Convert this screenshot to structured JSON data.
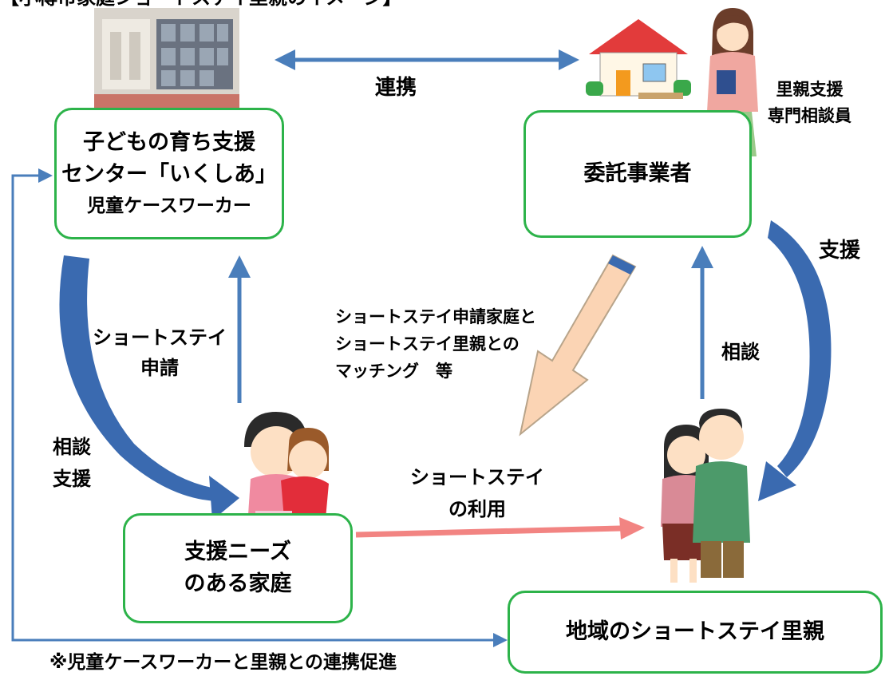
{
  "title": "【小樽市家庭ショートステイ里親のイメージ】",
  "nodes": {
    "center": {
      "line1": "子どもの育ち支援",
      "line2": "センター「いくしあ」",
      "line3": "児童ケースワーカー"
    },
    "contractor": {
      "label": "委託事業者"
    },
    "family": {
      "line1": "支援ニーズ",
      "line2": "のある家庭"
    },
    "foster": {
      "label": "地域のショートステイ里親"
    }
  },
  "labels": {
    "renkei": "連携",
    "counselor": [
      "里親支援",
      "専門相談員"
    ],
    "shien_right": "支援",
    "sodan_right": "相談",
    "application": [
      "ショートステイ",
      "申請"
    ],
    "consult_support": [
      "相談",
      "支援"
    ],
    "matching": [
      "ショートステイ申請家庭と",
      "ショートステイ里親との",
      "マッチング　等"
    ],
    "usage": [
      "ショートステイ",
      "の利用"
    ],
    "footnote": "※児童ケースワーカーと里親との連携促進"
  },
  "colors": {
    "box_border": "#2db34a",
    "blue_arrow": "#4a7ebb",
    "pink_arrow": "#f28482",
    "matching_fill": "#fbd4b4",
    "curved_arrow": "#3a6ab0"
  },
  "icons": [
    "building-illustration",
    "house-illustration",
    "counselor-woman-illustration",
    "mother-child-illustration",
    "couple-illustration"
  ]
}
